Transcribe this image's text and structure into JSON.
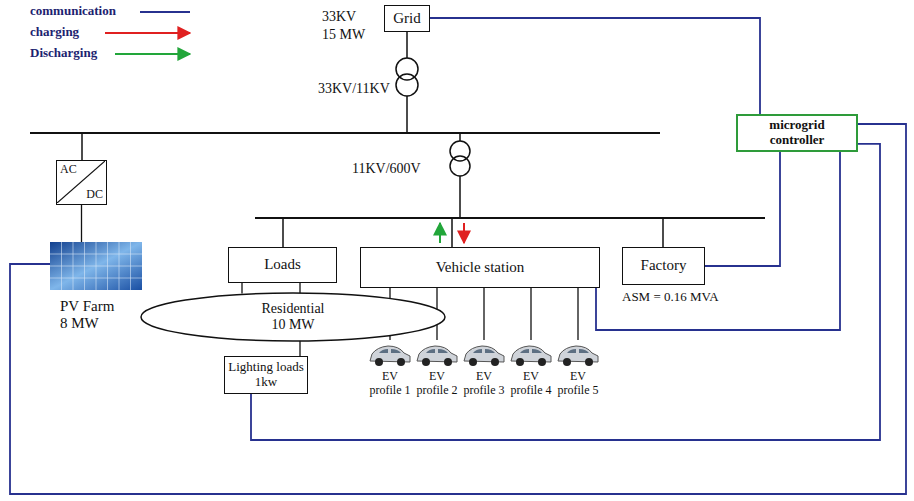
{
  "diagram": {
    "nodes": [
      {
        "text": [
          "Grid"
        ]
      },
      {
        "text": [
          "AC",
          "DC"
        ]
      },
      {
        "text": [
          "PV Farm 8 MW"
        ]
      },
      {
        "text": [
          "microgrid controller"
        ]
      },
      {
        "text": [
          "Loads"
        ]
      },
      {
        "text": [
          "Vehicle station"
        ]
      },
      {
        "text": [
          "Factory"
        ]
      },
      {
        "text": [
          "Residential 10 MW"
        ]
      },
      {
        "text": [
          "Lighting loads 1kw"
        ]
      },
      {
        "text": [
          "EV profile 1"
        ]
      },
      {
        "text": [
          "EV profile 2"
        ]
      },
      {
        "text": [
          "EV profile 3"
        ]
      },
      {
        "text": [
          "EV profile 4"
        ]
      },
      {
        "text": [
          "EV profile 5"
        ]
      }
    ],
    "edges": [
      {
        "from": 0,
        "to": 3,
        "arrow": "none"
      },
      {
        "from": 3,
        "to": 6,
        "arrow": "none"
      },
      {
        "from": 3,
        "to": 5,
        "arrow": "none"
      },
      {
        "from": 3,
        "to": 8,
        "arrow": "none"
      },
      {
        "from": 2,
        "to": 3,
        "arrow": "none"
      },
      {
        "from": 1,
        "to": 2,
        "arrow": "none"
      },
      {
        "from": 4,
        "to": 7,
        "arrow": "none"
      },
      {
        "from": 4,
        "to": 8,
        "arrow": "none"
      },
      {
        "from": 5,
        "to": 9,
        "arrow": "none"
      },
      {
        "from": 5,
        "to": 10,
        "arrow": "none"
      },
      {
        "from": 5,
        "to": 11,
        "arrow": "none"
      },
      {
        "from": 5,
        "to": 12,
        "arrow": "none"
      },
      {
        "from": 5,
        "to": 13,
        "arrow": "none"
      }
    ],
    "labels": [
      "33KV 15 MW",
      "33KV/11KV",
      "11KV/600V",
      "ASM = 0.16 MVA"
    ],
    "legend": [
      {
        "text": "communication"
      },
      {
        "text": "charging"
      },
      {
        "text": "Discharging"
      }
    ]
  }
}
